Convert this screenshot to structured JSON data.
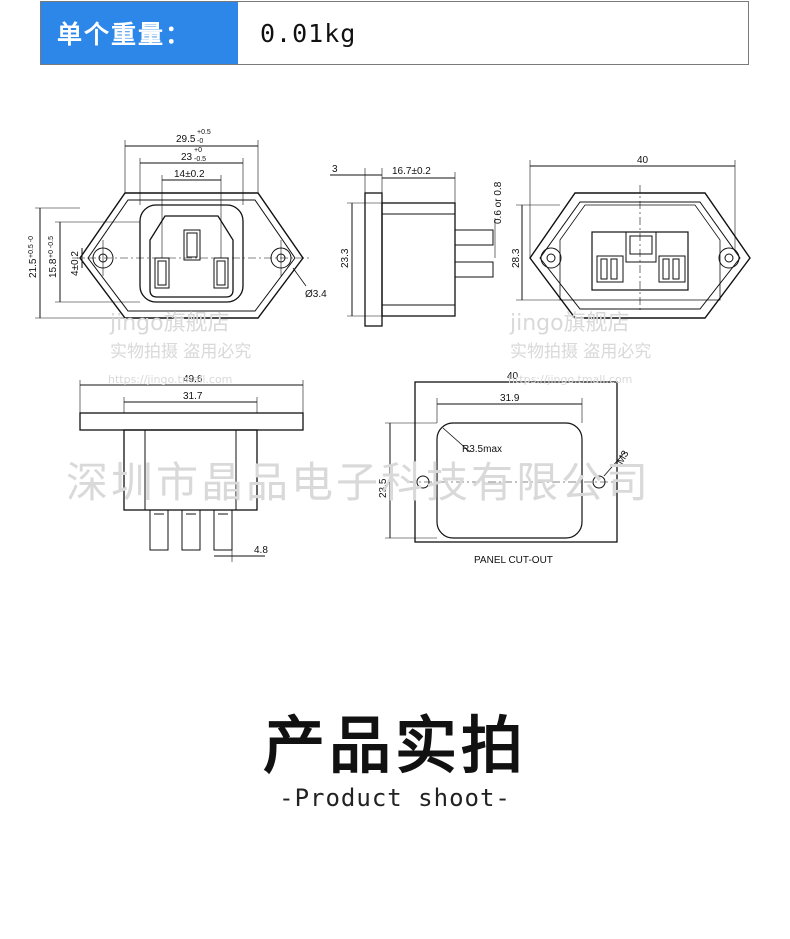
{
  "spec": {
    "label": "单个重量：",
    "value": "0.01kg"
  },
  "front_view": {
    "dim_top_outer": "29.5",
    "dim_top_outer_tol_plus": "+0.5",
    "dim_top_outer_tol_minus": "-0",
    "dim_top_inner": "23",
    "dim_top_inner_tol_plus": "+0",
    "dim_top_inner_tol_minus": "-0.5",
    "dim_pin_pitch": "14±0.2",
    "dim_left_outer": "21.5",
    "dim_left_outer_tol": "+0.5 -0",
    "dim_left_mid": "15.8",
    "dim_left_mid_tol": "+0 -0.5",
    "dim_left_inner": "4±0.2",
    "dim_hole": "Ø3.4"
  },
  "side_view": {
    "dim_flange": "3",
    "dim_depth": "16.7±0.2",
    "dim_height": "23.3",
    "dim_terminal": "0.6 or 0.8"
  },
  "rear_view": {
    "dim_width": "40",
    "dim_height": "28.3"
  },
  "bottom_view": {
    "dim_overall": "49.6",
    "dim_body": "31.7",
    "dim_terminal": "4.8"
  },
  "panel_cutout": {
    "dim_overall": "40",
    "dim_cutout": "31.9",
    "dim_radius": "R3.5max",
    "dim_thread": "M3",
    "dim_height": "23.5",
    "caption": "PANEL CUT-OUT"
  },
  "watermarks": {
    "store": "jingo旗舰店",
    "shot": "实物拍摄 盗用必究",
    "url": "https://jingo.tmall.com",
    "company": "深圳市晶品电子科技有限公司"
  },
  "section": {
    "title": "产品实拍",
    "subtitle": "-Product shoot-"
  }
}
